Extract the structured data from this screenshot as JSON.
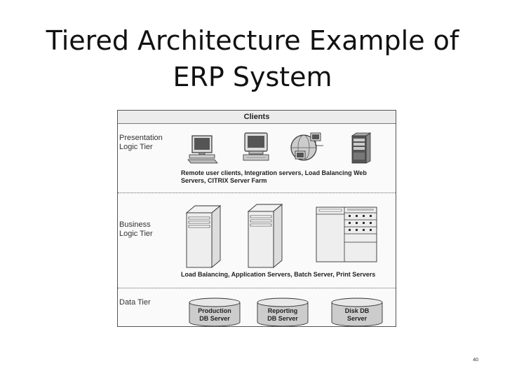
{
  "title": {
    "line1": "Tiered Architecture Example of",
    "line2": "ERP System"
  },
  "diagram": {
    "clients_header": "Clients",
    "tiers": [
      {
        "label_line1": "Presentation",
        "label_line2": "Logic Tier",
        "caption_line1": "Remote user clients, Integration servers, Load Balancing Web",
        "caption_line2": "Servers, CITRIX Server Farm"
      },
      {
        "label_line1": "Business",
        "label_line2": "Logic Tier",
        "caption_line1": "Load Balancing, Application Servers, Batch Server, Print Servers"
      },
      {
        "label_line1": "Data Tier",
        "databases": [
          {
            "line1": "Production",
            "line2": "DB Server"
          },
          {
            "line1": "Reporting",
            "line2": "DB Server"
          },
          {
            "line1": "Disk DB",
            "line2": "Server"
          }
        ]
      }
    ],
    "icons": [
      "workstation-icon",
      "desktop-pc-icon",
      "network-clients-icon",
      "tower-server-icon",
      "tower-server-icon",
      "tower-server-icon",
      "rack-server-icon",
      "database-icon",
      "database-icon",
      "database-icon"
    ]
  },
  "footer": {
    "page_number": "40"
  }
}
